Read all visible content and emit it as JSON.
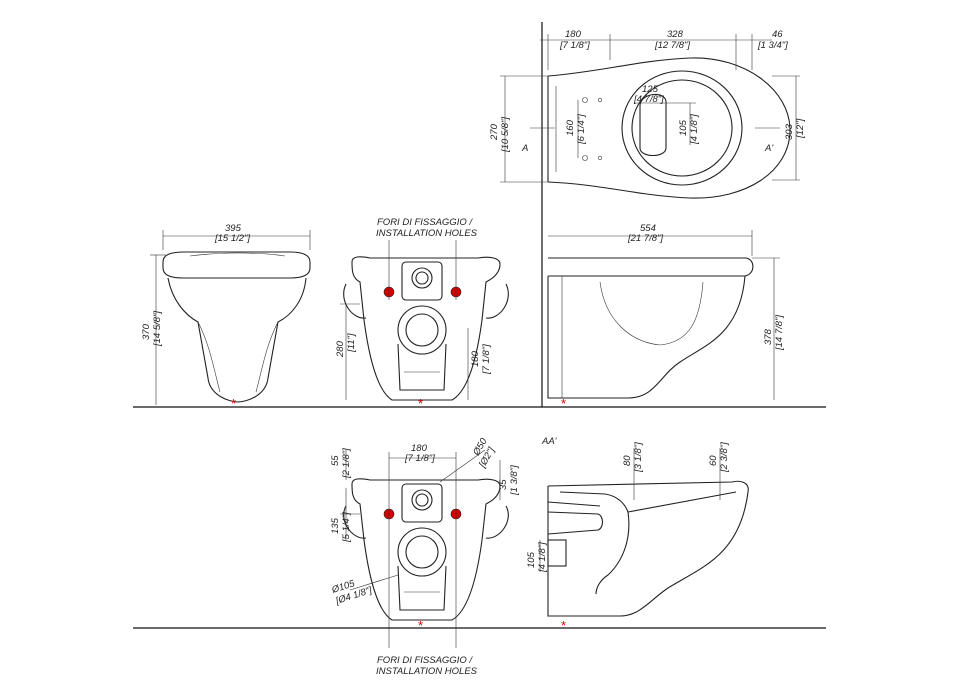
{
  "labels": {
    "installation_holes_top_it": "FORI DI FISSAGGIO /",
    "installation_holes_top_en": "INSTALLATION HOLES",
    "installation_holes_bottom_it": "FORI DI FISSAGGIO /",
    "installation_holes_bottom_en": "INSTALLATION HOLES",
    "section_label": "AA'",
    "section_a_left": "A",
    "section_a_right": "A'"
  },
  "dims": {
    "top_180": "180",
    "top_180_in": "[7 1/8\"]",
    "top_328": "328",
    "top_328_in": "[12 7/8\"]",
    "top_46": "46",
    "top_46_in": "[1 3/4\"]",
    "top_270": "270",
    "top_270_in": "[10 5/8\"]",
    "top_160": "160",
    "top_160_in": "[6 1/4\"]",
    "top_125": "125",
    "top_125_in": "[4 7/8\"]",
    "top_105": "105",
    "top_105_in": "[4 1/8\"]",
    "top_303": "303",
    "top_303_in": "[12\"]",
    "front_395": "395",
    "front_395_in": "[15 1/2\"]",
    "front_370": "370",
    "front_370_in": "[14 5/8\"]",
    "rear_280": "280",
    "rear_280_in": "[11\"]",
    "rear_180": "180",
    "rear_180_in": "[7 1/8\"]",
    "side_554": "554",
    "side_554_in": "[21 7/8\"]",
    "side_378": "378",
    "side_378_in": "[14 7/8\"]",
    "b_180": "180",
    "b_180_in": "[7 1/8\"]",
    "b_55": "55",
    "b_55_in": "[2 1/8\"]",
    "b_d50": "Ø50",
    "b_d50_in": "[Ø2\"]",
    "b_35": "35",
    "b_35_in": "[1 3/8\"]",
    "b_135": "135",
    "b_135_in": "[5 1/4\"]",
    "b_d105": "Ø105",
    "b_d105_in": "[Ø4 1/8\"]",
    "s_80": "80",
    "s_80_in": "[3 1/8\"]",
    "s_60": "60",
    "s_60_in": "[2 3/8\"]",
    "s_105": "105",
    "s_105_in": "[4 1/8\"]"
  },
  "colors": {
    "line": "#222222",
    "hole": "#d40000"
  }
}
